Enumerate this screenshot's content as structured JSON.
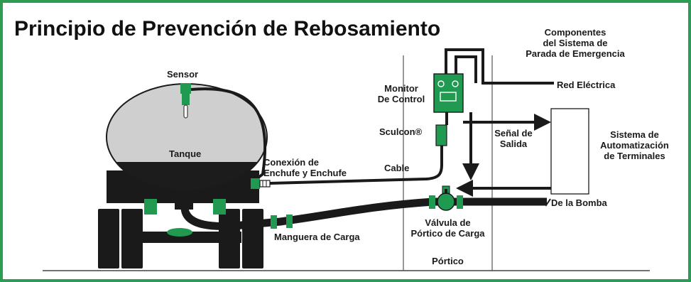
{
  "title": "Principio de Prevención de Rebosamiento",
  "colors": {
    "frame": "#2e9a54",
    "accent_green": "#1f9a50",
    "pipe": "#1a1a1a",
    "tank_body": "#cfcfcf",
    "tank_liquid": "#1c1c1c"
  },
  "labels": {
    "components": [
      "Componentes",
      "del Sistema de",
      "Parada de Emergencia"
    ],
    "sensor": "Sensor",
    "tank": "Tanque",
    "monitor": [
      "Monitor",
      "De Control"
    ],
    "sculcon": "Sculcon®",
    "cable": "Cable",
    "connection": [
      "Conexión de",
      "Enchufe y Enchufe"
    ],
    "red_electrica": "Red Eléctrica",
    "output_signal": [
      "Señal de",
      "Salida"
    ],
    "automation": [
      "Sistema de",
      "Automatización",
      "de Terminales"
    ],
    "from_pump": "De la Bomba",
    "valve": [
      "Válvula de",
      "Pórtico de Carga"
    ],
    "hose": "Manguera de Carga",
    "portico": "Pórtico"
  }
}
